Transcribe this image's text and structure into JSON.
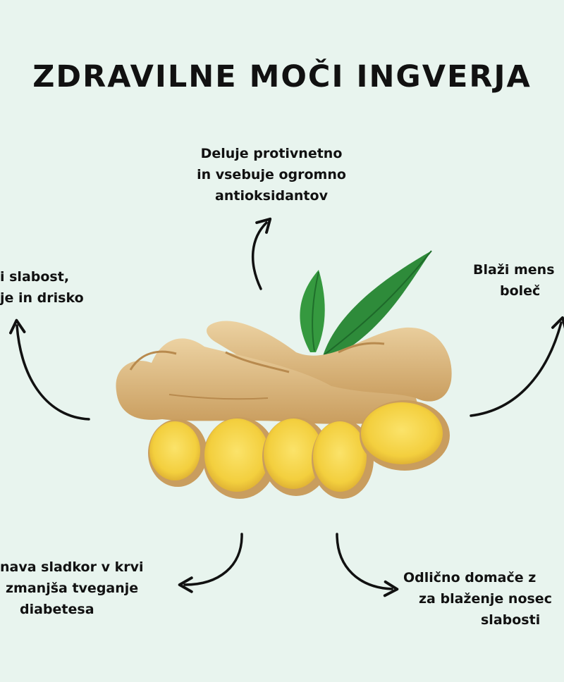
{
  "title": "ZDRAVILNE MOČI INGVERJA",
  "benefits": {
    "top": {
      "lines": [
        "Deluje protivnetno",
        "in vsebuje ogromno",
        "antioksidantov"
      ]
    },
    "left": {
      "lines": [
        "i slabost,",
        "je in drisko"
      ]
    },
    "right": {
      "lines": [
        "Blaži mens",
        "boleč"
      ]
    },
    "bottom_left": {
      "lines": [
        "nava sladkor v krvi",
        "zmanjša tveganje",
        "diabetesa"
      ]
    },
    "bottom_right": {
      "lines": [
        "Odlično domače z",
        "za blaženje nosec",
        "slabosti"
      ]
    }
  },
  "colors": {
    "background": "#e8f4ee",
    "text": "#111111",
    "ginger_skin": "#e0c08a",
    "ginger_flesh": "#f6d646",
    "leaf": "#2e8b3a"
  }
}
